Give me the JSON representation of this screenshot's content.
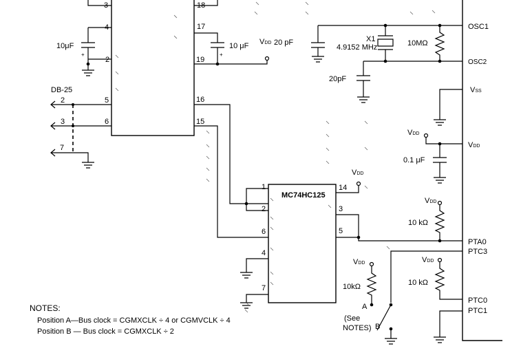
{
  "labels": {
    "cap_10uf_left": "10μF",
    "cap_10uf_right": "10 μF",
    "cap_20pf_top": "20 pF",
    "cap_20pf_bottom": "20pF",
    "cap_01uf": "0.1 μF",
    "crystal_name": "X1",
    "crystal_freq": "4.9152 MHz",
    "res_10m": "10MΩ",
    "res_10k_1": "10 kΩ",
    "res_10k_2": "10kΩ",
    "res_10k_3": "10 kΩ",
    "connector": "DB-25",
    "conn_pin_2": "2",
    "conn_pin_3": "3",
    "conn_pin_7": "7",
    "vdd_base": "V",
    "vdd_sub": "DD",
    "vss_base": "V",
    "vss_sub": "SS",
    "buffer_ic": "MC74HC125",
    "switch_a": "A",
    "switch_b": "B",
    "switch_note_1": "(See",
    "switch_note_2": "NOTES)"
  },
  "max232_pins": {
    "p3": "3",
    "p4": "4",
    "p2": "2",
    "p5": "5",
    "p6": "6",
    "p18": "18",
    "p17": "17",
    "p19": "19",
    "p16": "16",
    "p15": "15"
  },
  "buffer_pins": {
    "p1": "1",
    "p2": "2",
    "p6": "6",
    "p4": "4",
    "p7": "7",
    "p14": "14",
    "p3": "3",
    "p5": "5"
  },
  "mcu_pins": {
    "osc1": "OSC1",
    "osc2": "OSC2",
    "vss": "VSS",
    "vdd": "VDD",
    "pta0": "PTA0",
    "ptc3": "PTC3",
    "ptc0": "PTC0",
    "ptc1": "PTC1"
  },
  "notes": {
    "heading": "NOTES:",
    "line_a": "Position A—Bus clock = CGMXCLK ÷ 4 or CGMVCLK ÷ 4",
    "line_b": "Position B — Bus clock = CGMXCLK ÷ 2"
  }
}
